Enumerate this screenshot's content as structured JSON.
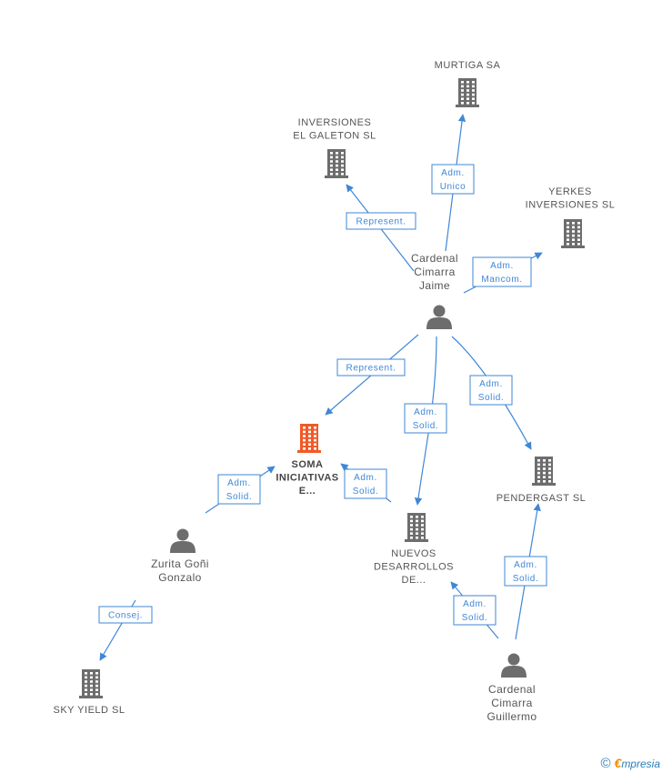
{
  "nodes": [
    {
      "id": "murtiga",
      "type": "company",
      "lines": [
        "MURTIGA SA"
      ]
    },
    {
      "id": "galeton",
      "type": "company",
      "lines": [
        "INVERSIONES",
        "EL GALETON SL"
      ]
    },
    {
      "id": "yerkes",
      "type": "company",
      "lines": [
        "YERKES",
        "INVERSIONES SL"
      ]
    },
    {
      "id": "jaime",
      "type": "person",
      "lines": [
        "Cardenal",
        "Cimarra",
        "Jaime"
      ]
    },
    {
      "id": "soma",
      "type": "main",
      "lines": [
        "SOMA",
        "INICIATIVAS",
        "E..."
      ]
    },
    {
      "id": "pendergast",
      "type": "company",
      "lines": [
        "PENDERGAST SL"
      ]
    },
    {
      "id": "nuevos",
      "type": "company",
      "lines": [
        "NUEVOS",
        "DESARROLLOS",
        "DE..."
      ]
    },
    {
      "id": "zurita",
      "type": "person",
      "lines": [
        "Zurita Goñi",
        "Gonzalo"
      ]
    },
    {
      "id": "skyyield",
      "type": "company",
      "lines": [
        "SKY YIELD SL"
      ]
    },
    {
      "id": "guillermo",
      "type": "person",
      "lines": [
        "Cardenal",
        "Cimarra",
        "Guillermo"
      ]
    }
  ],
  "edges": [
    {
      "from": "jaime",
      "to": "murtiga",
      "lines": [
        "Adm.",
        "Unico"
      ]
    },
    {
      "from": "jaime",
      "to": "galeton",
      "lines": [
        "Represent."
      ]
    },
    {
      "from": "jaime",
      "to": "yerkes",
      "lines": [
        "Adm.",
        "Mancom."
      ]
    },
    {
      "from": "jaime",
      "to": "soma",
      "lines": [
        "Represent."
      ]
    },
    {
      "from": "jaime",
      "to": "nuevos",
      "lines": [
        "Adm.",
        "Solid."
      ]
    },
    {
      "from": "jaime",
      "to": "pendergast",
      "lines": [
        "Adm.",
        "Solid."
      ]
    },
    {
      "from": "zurita",
      "to": "soma",
      "lines": [
        "Adm.",
        "Solid."
      ]
    },
    {
      "from": "nuevos",
      "to": "soma",
      "lines": [
        "Adm.",
        "Solid."
      ]
    },
    {
      "from": "zurita",
      "to": "skyyield",
      "lines": [
        "Consej."
      ]
    },
    {
      "from": "guillermo",
      "to": "nuevos",
      "lines": [
        "Adm.",
        "Solid."
      ]
    },
    {
      "from": "guillermo",
      "to": "pendergast",
      "lines": [
        "Adm.",
        "Solid."
      ]
    }
  ],
  "colors": {
    "edge": "#3f87d6",
    "company_icon": "#6d6d6d",
    "main_icon": "#f05a28",
    "person_icon": "#6d6d6d"
  },
  "footer": {
    "copyright": "©",
    "brand_initial": "€",
    "brand_rest": "mpresia"
  }
}
